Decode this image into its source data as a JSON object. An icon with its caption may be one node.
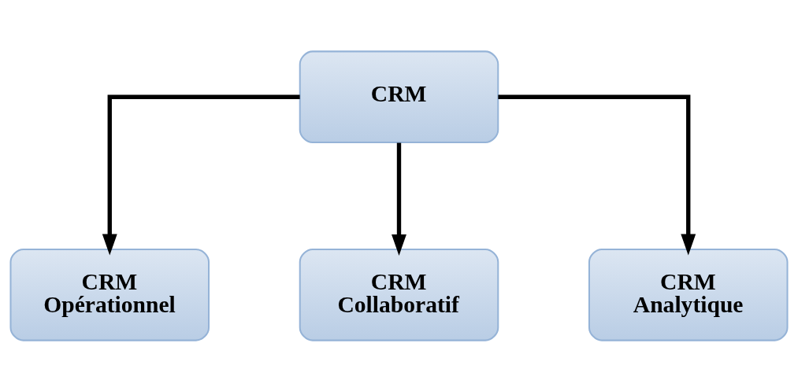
{
  "diagram": {
    "nodes": [
      {
        "text": [
          "CRM"
        ]
      },
      {
        "text": [
          "CRM Opérationnel"
        ]
      },
      {
        "text": [
          "CRM Collaboratif"
        ]
      },
      {
        "text": [
          "CRM Analytique"
        ]
      }
    ],
    "edges": [
      {
        "from": 0,
        "to": 1,
        "arrow": "to"
      },
      {
        "from": 0,
        "to": 2,
        "arrow": "to"
      },
      {
        "from": 0,
        "to": 3,
        "arrow": "to"
      }
    ]
  }
}
